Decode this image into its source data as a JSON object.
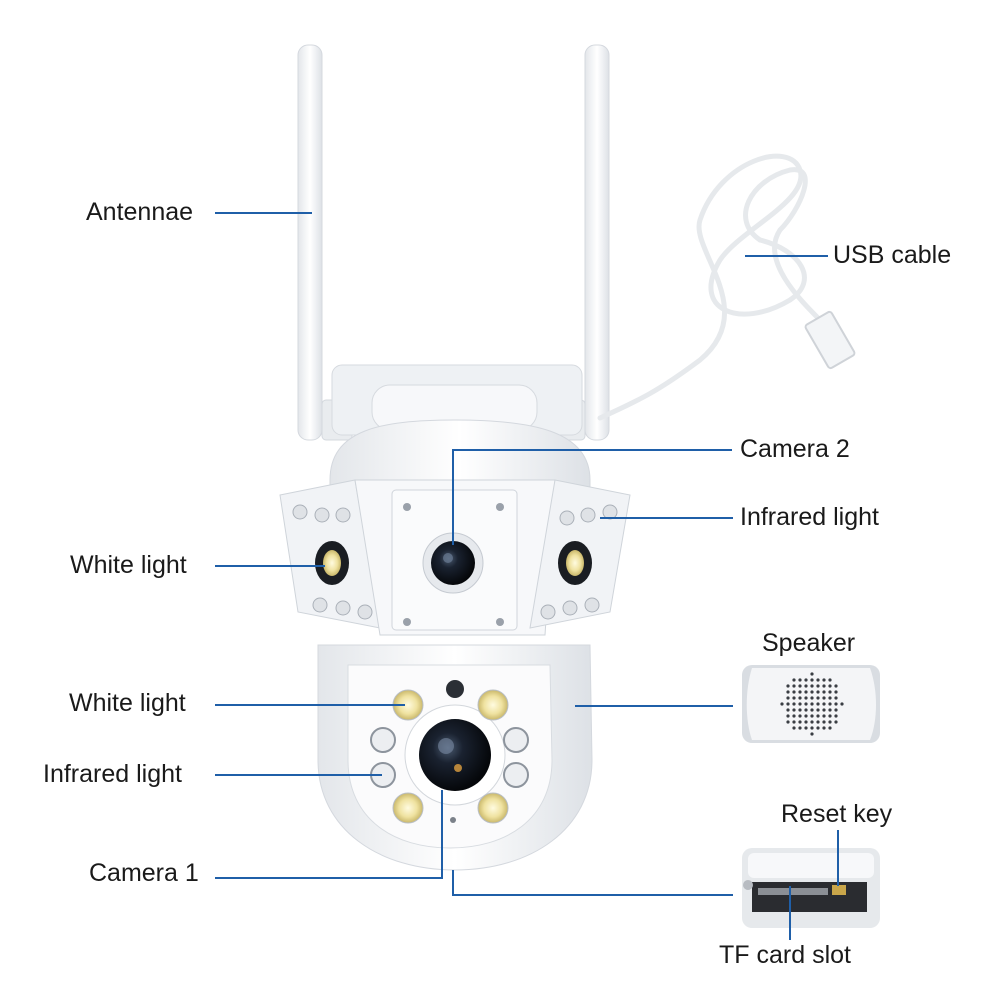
{
  "labels": {
    "antennae": "Antennae",
    "usb_cable": "USB cable",
    "camera_2": "Camera 2",
    "infrared_light_upper": "Infrared light",
    "white_light_upper": "White light",
    "speaker": "Speaker",
    "white_light_lower": "White light",
    "infrared_light_lower": "Infrared light",
    "camera_1": "Camera 1",
    "reset_key": "Reset key",
    "tf_card_slot": "TF card slot"
  },
  "colors": {
    "leader_line": "#1f5fa8",
    "body": "#f2f4f7",
    "lens": "#111418",
    "white_led": "#e8d98a"
  }
}
